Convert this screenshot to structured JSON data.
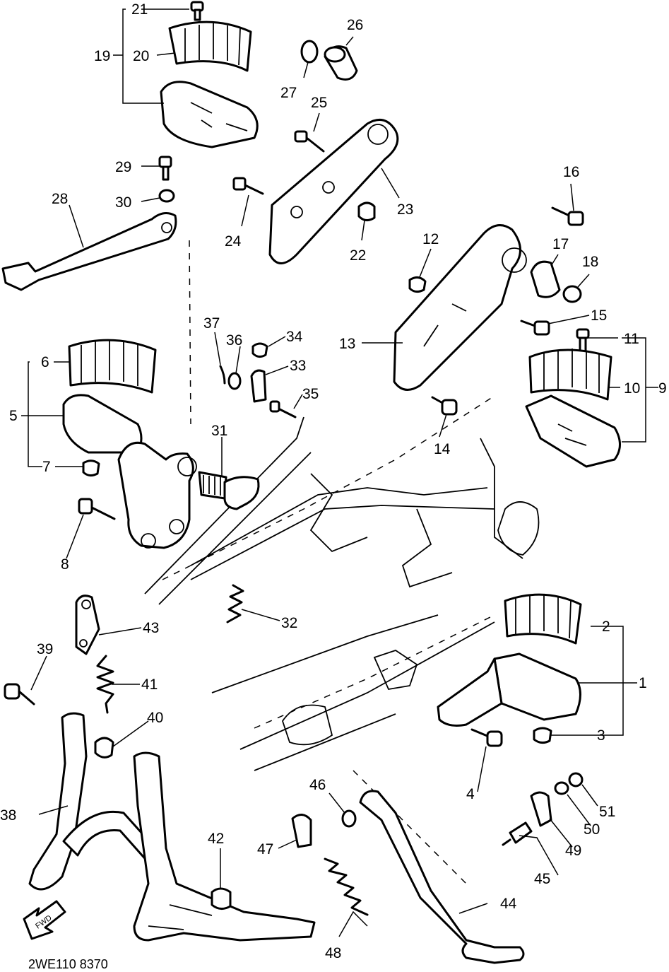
{
  "diagram": {
    "drawing_code": "2WE110 8370",
    "direction_arrow_label": "FWD",
    "callouts": [
      "1",
      "2",
      "3",
      "4",
      "5",
      "6",
      "7",
      "8",
      "9",
      "10",
      "11",
      "12",
      "13",
      "14",
      "15",
      "16",
      "17",
      "18",
      "19",
      "20",
      "21",
      "22",
      "23",
      "24",
      "25",
      "26",
      "27",
      "28",
      "29",
      "30",
      "31",
      "32",
      "33",
      "34",
      "35",
      "36",
      "37",
      "38",
      "39",
      "40",
      "41",
      "42",
      "43",
      "44",
      "45",
      "46",
      "47",
      "48",
      "49",
      "50",
      "51"
    ]
  }
}
